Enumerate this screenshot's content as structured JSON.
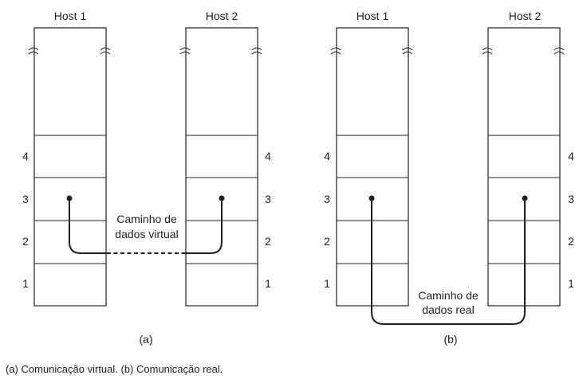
{
  "panels": [
    {
      "id": "a",
      "label": "(a)",
      "hosts": [
        {
          "name": "Host 1"
        },
        {
          "name": "Host 2"
        }
      ],
      "layers": [
        "4",
        "3",
        "2",
        "1"
      ],
      "path_label": [
        "Caminho de",
        "dados virtual"
      ]
    },
    {
      "id": "b",
      "label": "(b)",
      "hosts": [
        {
          "name": "Host 1"
        },
        {
          "name": "Host 2"
        }
      ],
      "layers": [
        "4",
        "3",
        "2",
        "1"
      ],
      "path_label": [
        "Caminho de",
        "dados real"
      ]
    }
  ],
  "caption": "(a) Comunicação virtual. (b) Comunicação real."
}
